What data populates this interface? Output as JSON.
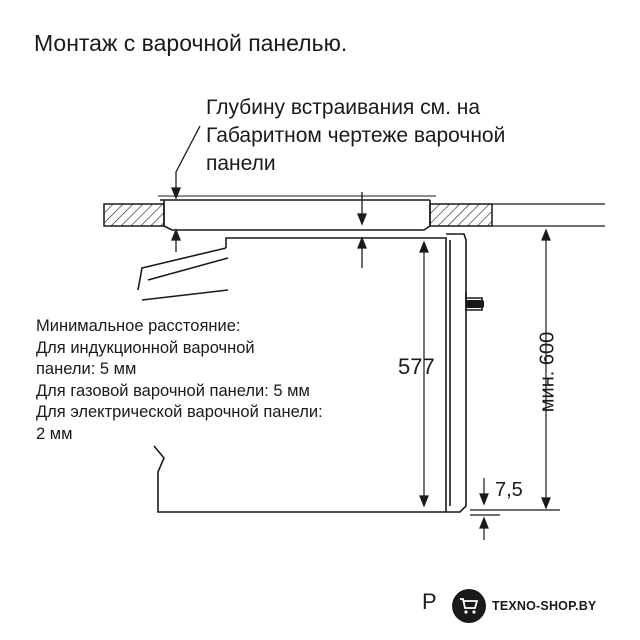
{
  "title": "Монтаж с варочной панелью.",
  "depth_note": {
    "lines": [
      "Глубину встраивания см. на",
      "Габаритном чертеже варочной",
      "панели"
    ]
  },
  "min_distance": {
    "lines": [
      "Минимальное расстояние:",
      "Для индукционной варочной",
      "панели: 5 мм",
      "Для газовой варочной панели: 5 мм",
      "Для электрической варочной панели:",
      "2 мм"
    ]
  },
  "dimensions": {
    "oven_height": "577",
    "niche_height": "мин. 600",
    "bottom_gap": "7,5"
  },
  "page_letter": "P",
  "watermark": {
    "text": "TEXNO-SHOP.BY",
    "icon": "shopping-cart-icon"
  }
}
